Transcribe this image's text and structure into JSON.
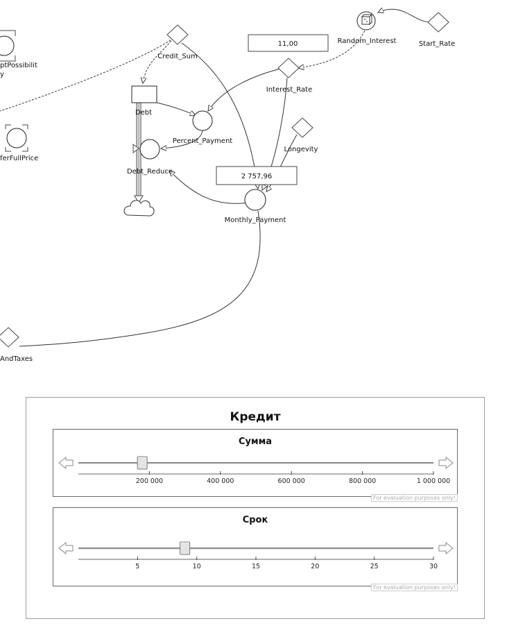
{
  "diagram": {
    "labels": {
      "credit_sum": "Credit_Sum",
      "random_interest": "Random_Interest",
      "start_rate": "Start_Rate",
      "interest_rate": "Interest_Rate",
      "debt": "Debt",
      "percent_payment": "Percent_Payment",
      "debt_reduce": "Debt_Reduce",
      "longevity": "Longevity",
      "monthly_payment": "Monthly_Payment",
      "accept_possibility_a": "ptPossibilit",
      "accept_possibility_b": "y",
      "offer_full_price": "ferFullPrice",
      "and_taxes": "AndTaxes"
    },
    "values": {
      "interest_rate_value": "11,00",
      "monthly_payment_value": "2 757,96"
    }
  },
  "panel": {
    "title": "Кредит",
    "sum": {
      "title": "Сумма",
      "ticks": [
        "200 000",
        "400 000",
        "600 000",
        "800 000",
        "1 000 000"
      ],
      "min": 0,
      "max": 1000000,
      "value": 180000,
      "watermark": "For evaluation purposes only!"
    },
    "term": {
      "title": "Срок",
      "ticks": [
        "5",
        "10",
        "15",
        "20",
        "25",
        "30"
      ],
      "min": 0,
      "max": 30,
      "value": 9,
      "watermark": "For evaluation purposes only!"
    }
  }
}
